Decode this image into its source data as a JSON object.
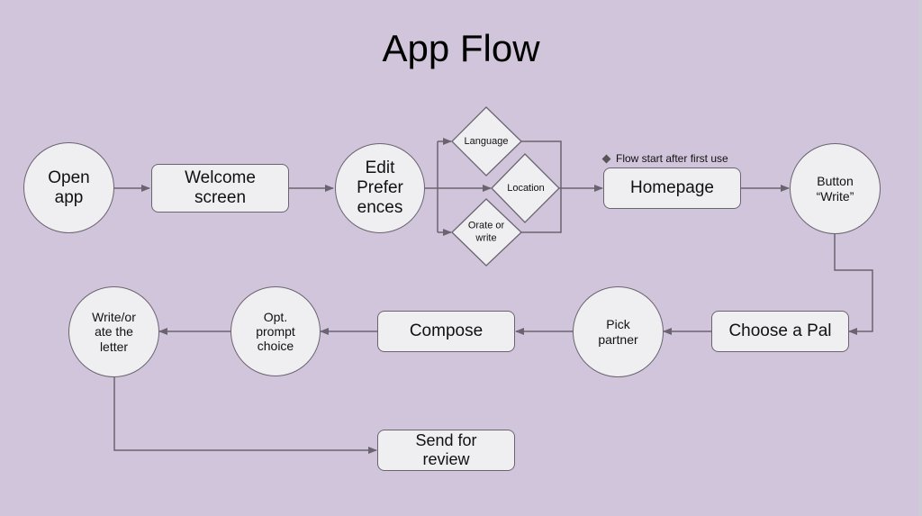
{
  "title": "App Flow",
  "colors": {
    "background": "#d1c5db",
    "node_fill": "#efeef0",
    "node_border": "#6a6470",
    "connector": "#6a6470"
  },
  "nodes": {
    "open_app": {
      "label": "Open\napp",
      "shape": "circle"
    },
    "welcome_screen": {
      "label": "Welcome\nscreen",
      "shape": "rounded-rect"
    },
    "edit_preferences": {
      "label": "Edit\nPrefer\nences",
      "shape": "circle"
    },
    "language": {
      "label": "Language",
      "shape": "diamond"
    },
    "location": {
      "label": "Location",
      "shape": "diamond"
    },
    "orate_or_write": {
      "label": "Orate or\nwrite",
      "shape": "diamond"
    },
    "homepage": {
      "label": "Homepage",
      "shape": "rounded-rect"
    },
    "button_write": {
      "label": "Button\n“Write”",
      "shape": "circle"
    },
    "choose_a_pal": {
      "label": "Choose a Pal",
      "shape": "rounded-rect"
    },
    "pick_partner": {
      "label": "Pick\npartner",
      "shape": "circle"
    },
    "compose": {
      "label": "Compose",
      "shape": "rounded-rect"
    },
    "opt_prompt_choice": {
      "label": "Opt.\nprompt\nchoice",
      "shape": "circle"
    },
    "write_orate_letter": {
      "label": "Write/or\nate the\nletter",
      "shape": "circle"
    },
    "send_for_review": {
      "label": "Send for\nreview",
      "shape": "rounded-rect"
    }
  },
  "note": {
    "icon": "diamond-icon",
    "text": "Flow start after first use"
  },
  "edges": [
    {
      "from": "open_app",
      "to": "welcome_screen"
    },
    {
      "from": "welcome_screen",
      "to": "edit_preferences"
    },
    {
      "from": "edit_preferences",
      "to": "language"
    },
    {
      "from": "edit_preferences",
      "to": "location"
    },
    {
      "from": "edit_preferences",
      "to": "orate_or_write"
    },
    {
      "from": "language",
      "to": "homepage"
    },
    {
      "from": "location",
      "to": "homepage"
    },
    {
      "from": "orate_or_write",
      "to": "homepage"
    },
    {
      "from": "homepage",
      "to": "button_write"
    },
    {
      "from": "button_write",
      "to": "choose_a_pal"
    },
    {
      "from": "choose_a_pal",
      "to": "pick_partner"
    },
    {
      "from": "pick_partner",
      "to": "compose"
    },
    {
      "from": "compose",
      "to": "opt_prompt_choice"
    },
    {
      "from": "opt_prompt_choice",
      "to": "write_orate_letter"
    },
    {
      "from": "write_orate_letter",
      "to": "send_for_review"
    }
  ]
}
